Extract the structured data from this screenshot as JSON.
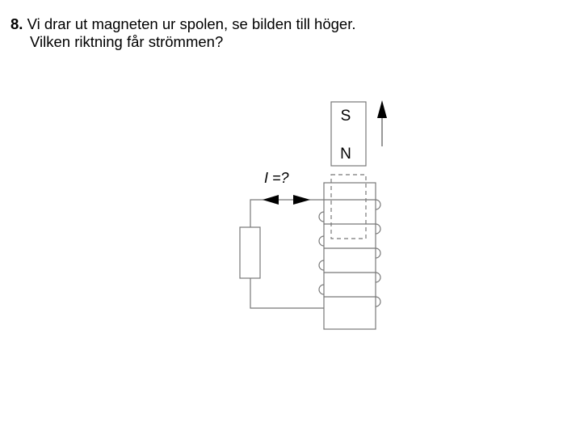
{
  "question": {
    "number": "8.",
    "line1": "Vi drar ut magneten ur spolen, se bilden till höger.",
    "line2": "Vilken riktning får strömmen?"
  },
  "diagram": {
    "magnet_top_pole": "S",
    "magnet_bottom_pole": "N",
    "current_label": "I =?"
  }
}
